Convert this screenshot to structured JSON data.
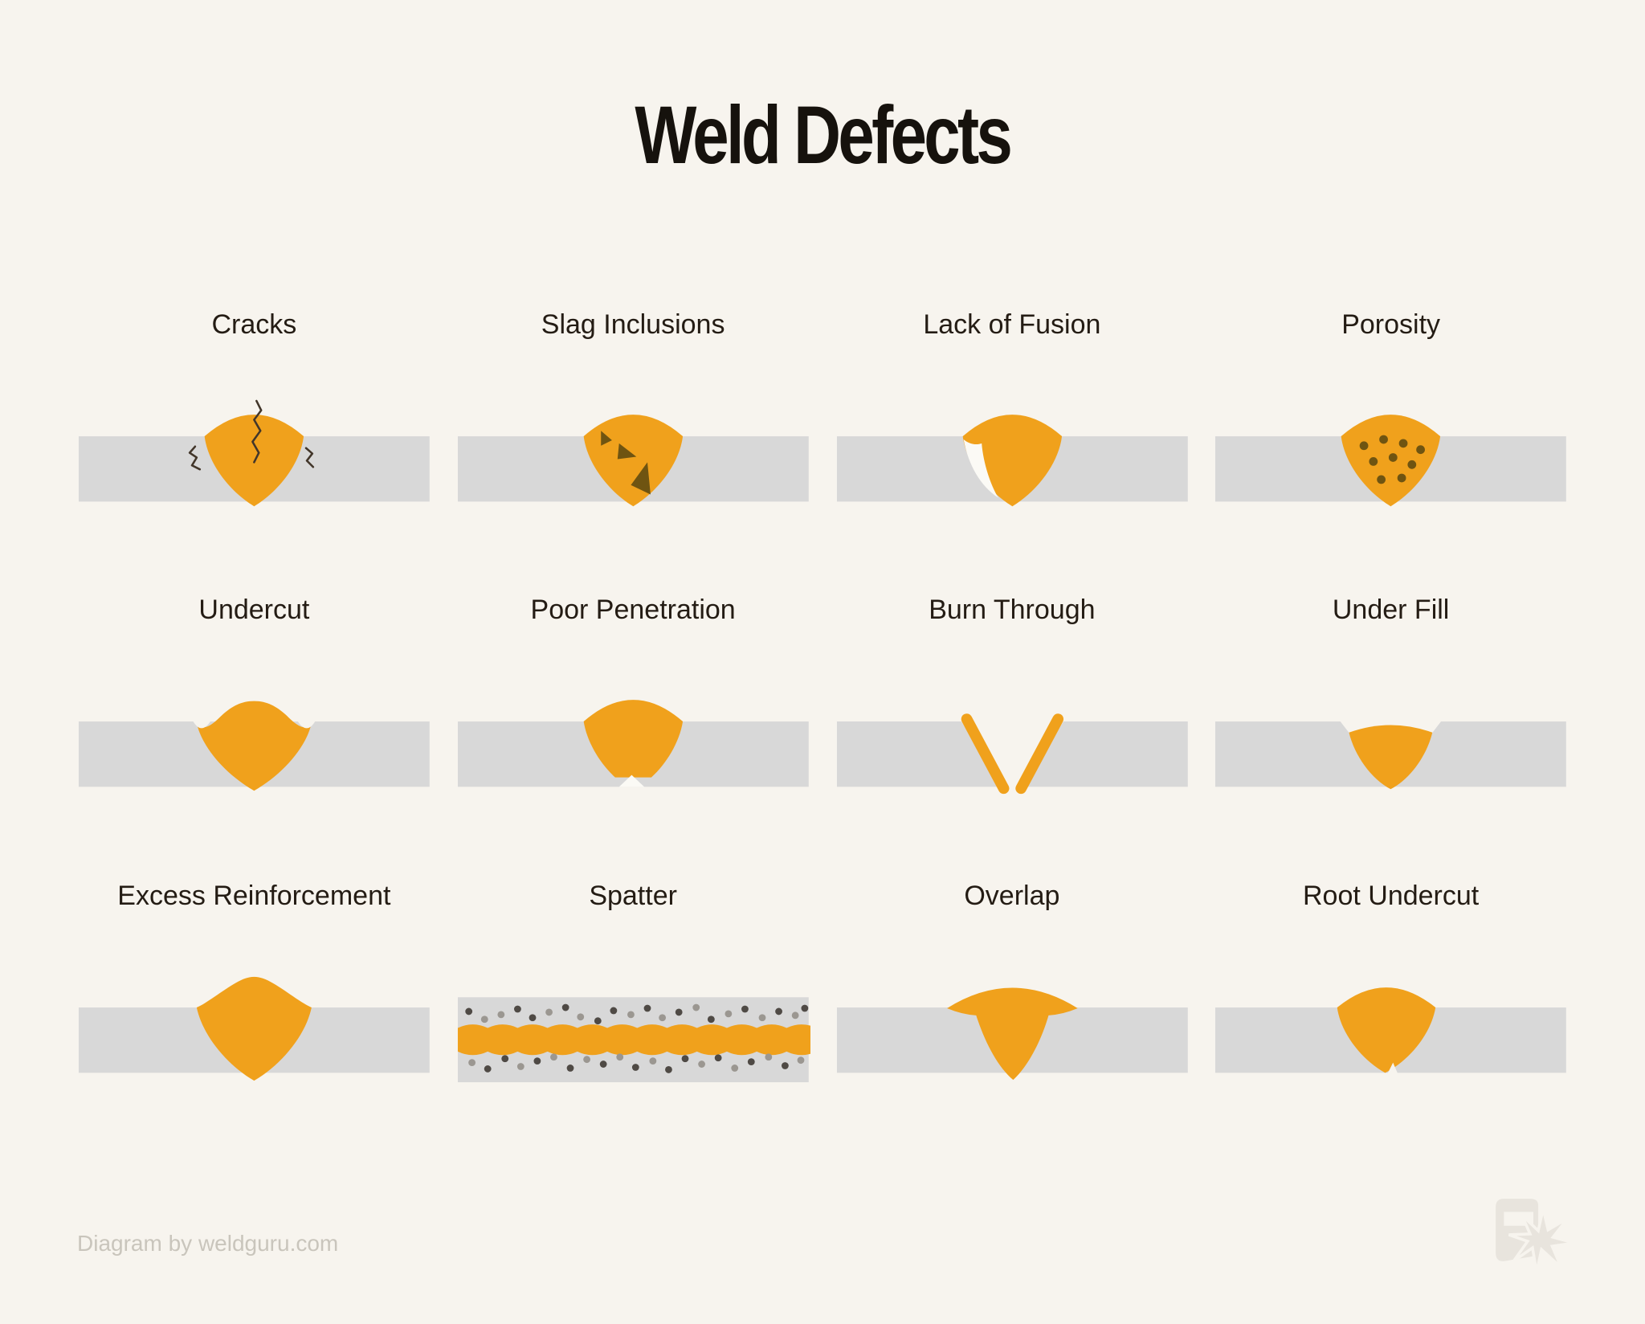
{
  "title": "Weld Defects",
  "footer": {
    "credit": "Diagram by weldguru.com"
  },
  "logo": {
    "name": "weldguru-helmet-spark-logo"
  },
  "colors": {
    "background": "#F7F4EE",
    "plate_gray": "#D8D8D8",
    "weld_orange": "#F0A11C",
    "defect_brown": "#6F5411",
    "title_ink": "#16120D",
    "label_ink": "#241C14",
    "credit_gray": "#C9C5BC"
  },
  "cells": [
    {
      "id": "cracks",
      "label": "Cracks"
    },
    {
      "id": "slag-inclusions",
      "label": "Slag Inclusions"
    },
    {
      "id": "lack-of-fusion",
      "label": "Lack of Fusion"
    },
    {
      "id": "porosity",
      "label": "Porosity"
    },
    {
      "id": "undercut",
      "label": "Undercut"
    },
    {
      "id": "poor-penetration",
      "label": "Poor Penetration"
    },
    {
      "id": "burn-through",
      "label": "Burn Through"
    },
    {
      "id": "under-fill",
      "label": "Under Fill"
    },
    {
      "id": "excess-reinforcement",
      "label": "Excess Reinforcement"
    },
    {
      "id": "spatter",
      "label": "Spatter"
    },
    {
      "id": "overlap",
      "label": "Overlap"
    },
    {
      "id": "root-undercut",
      "label": "Root Undercut"
    }
  ]
}
